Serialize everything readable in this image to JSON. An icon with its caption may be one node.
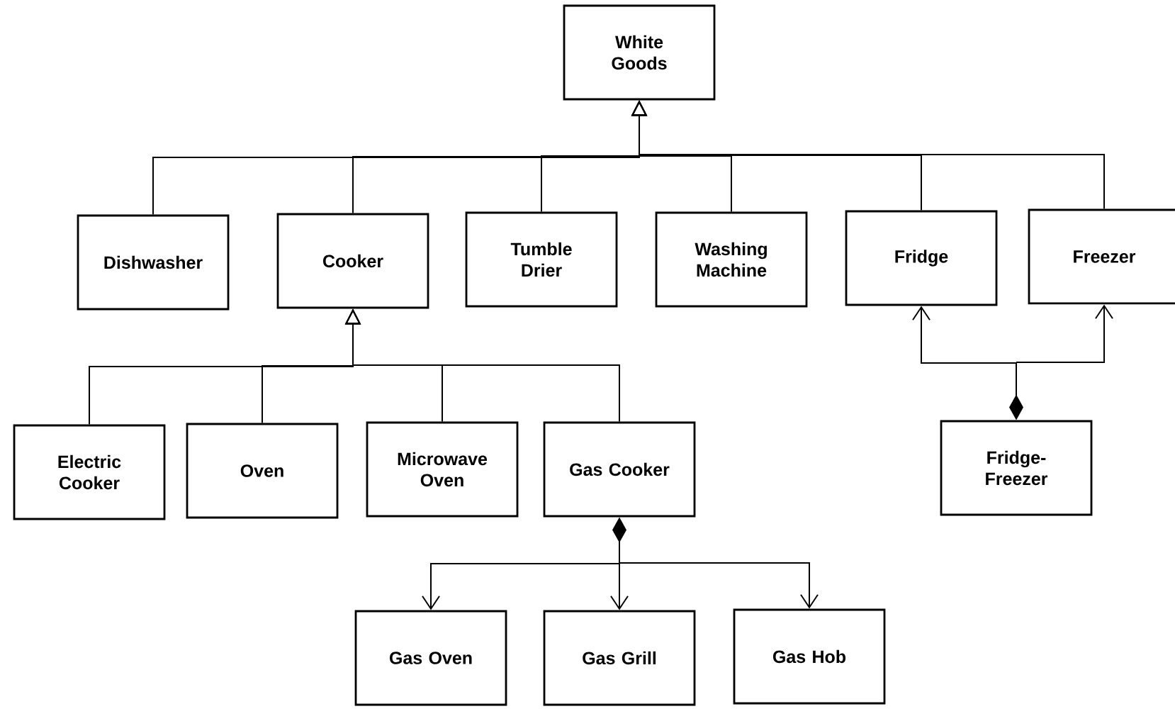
{
  "diagram": {
    "nodes": [
      {
        "text": [
          "White Goods"
        ]
      },
      {
        "text": [
          "Dishwasher"
        ]
      },
      {
        "text": [
          "Cooker"
        ]
      },
      {
        "text": [
          "Tumble Drier"
        ]
      },
      {
        "text": [
          "Washing Machine"
        ]
      },
      {
        "text": [
          "Fridge"
        ]
      },
      {
        "text": [
          "Freezer"
        ]
      },
      {
        "text": [
          "Electric Cooker"
        ]
      },
      {
        "text": [
          "Oven"
        ]
      },
      {
        "text": [
          "Microwave Oven"
        ]
      },
      {
        "text": [
          "Gas Cooker"
        ]
      },
      {
        "text": [
          "Fridge-Freezer"
        ]
      },
      {
        "text": [
          "Gas Oven"
        ]
      },
      {
        "text": [
          "Gas Grill"
        ]
      },
      {
        "text": [
          "Gas Hob"
        ]
      }
    ],
    "edges": [
      {
        "from": 1,
        "to": 0,
        "arrow": "to"
      },
      {
        "from": 2,
        "to": 0,
        "arrow": "to"
      },
      {
        "from": 3,
        "to": 0,
        "arrow": "to"
      },
      {
        "from": 4,
        "to": 0,
        "arrow": "to"
      },
      {
        "from": 5,
        "to": 0,
        "arrow": "to"
      },
      {
        "from": 6,
        "to": 0,
        "arrow": "to"
      },
      {
        "from": 7,
        "to": 2,
        "arrow": "to"
      },
      {
        "from": 8,
        "to": 2,
        "arrow": "to"
      },
      {
        "from": 9,
        "to": 2,
        "arrow": "to"
      },
      {
        "from": 10,
        "to": 2,
        "arrow": "to"
      },
      {
        "from": 11,
        "to": 5,
        "arrow": "to"
      },
      {
        "from": 11,
        "to": 6,
        "arrow": "to"
      },
      {
        "from": 10,
        "to": 12,
        "arrow": "to"
      },
      {
        "from": 10,
        "to": 13,
        "arrow": "to"
      },
      {
        "from": 10,
        "to": 14,
        "arrow": "to"
      }
    ]
  }
}
